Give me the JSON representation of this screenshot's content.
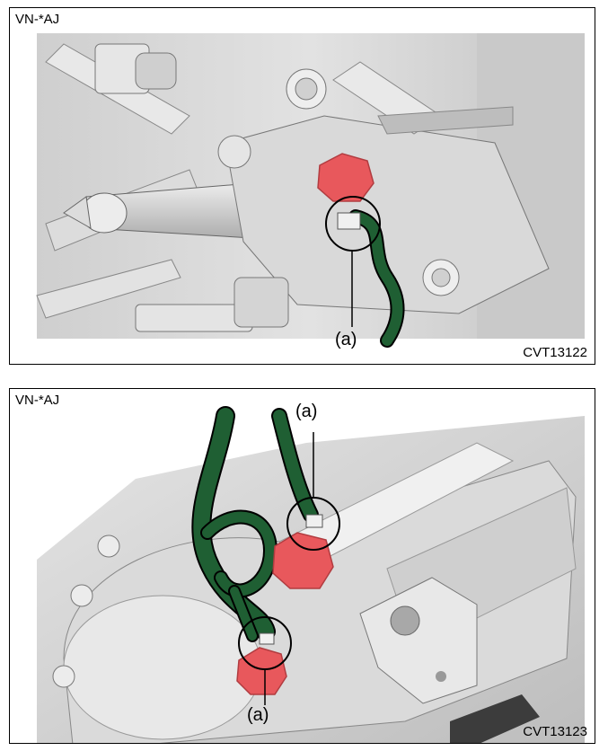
{
  "panels": [
    {
      "code": "VN-*AJ",
      "figure_id": "CVT13122",
      "callout": "(a)"
    },
    {
      "code": "VN-*AJ",
      "figure_id": "CVT13123",
      "callout_top": "(a)",
      "callout_bottom": "(a)"
    }
  ],
  "colors": {
    "bolt": "#e8585c",
    "harness": "#1f5f33",
    "metal": "#d3d3d3",
    "outline": "#000000"
  },
  "icons": [
    "bolt-marker",
    "ground-wire",
    "callout-circle"
  ]
}
